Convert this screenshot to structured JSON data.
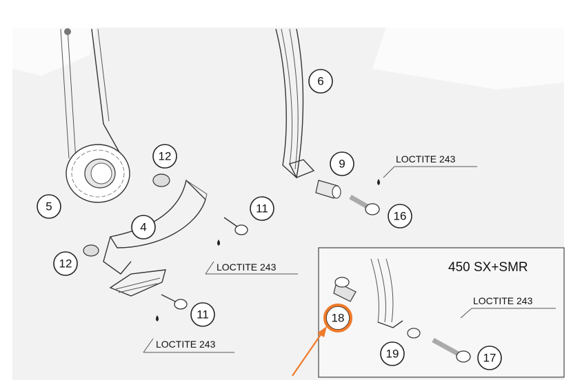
{
  "colors": {
    "highlight": "#f07a2a",
    "line": "#333333",
    "background": "#ffffff",
    "haze": "#f1f1f1"
  },
  "callouts": {
    "c4": "4",
    "c5": "5",
    "c6": "6",
    "c9": "9",
    "c11a": "11",
    "c11b": "11",
    "c12a": "12",
    "c12b": "12",
    "c16": "16",
    "c17": "17",
    "c18": "18",
    "c19": "19"
  },
  "notes": {
    "loctite_a": "LOCTITE 243",
    "loctite_b": "LOCTITE 243",
    "loctite_c": "LOCTITE 243",
    "loctite_d": "LOCTITE 243"
  },
  "inset": {
    "title": "450 SX+SMR"
  },
  "icons": {
    "arrow": "arrow-pointer-icon",
    "sprocket": "sprocket-icon",
    "chain-guide": "chain-guide-icon",
    "bolt": "bolt-icon",
    "sleeve": "sleeve-icon",
    "washer": "washer-icon",
    "glue-drop": "glue-drop-icon"
  }
}
